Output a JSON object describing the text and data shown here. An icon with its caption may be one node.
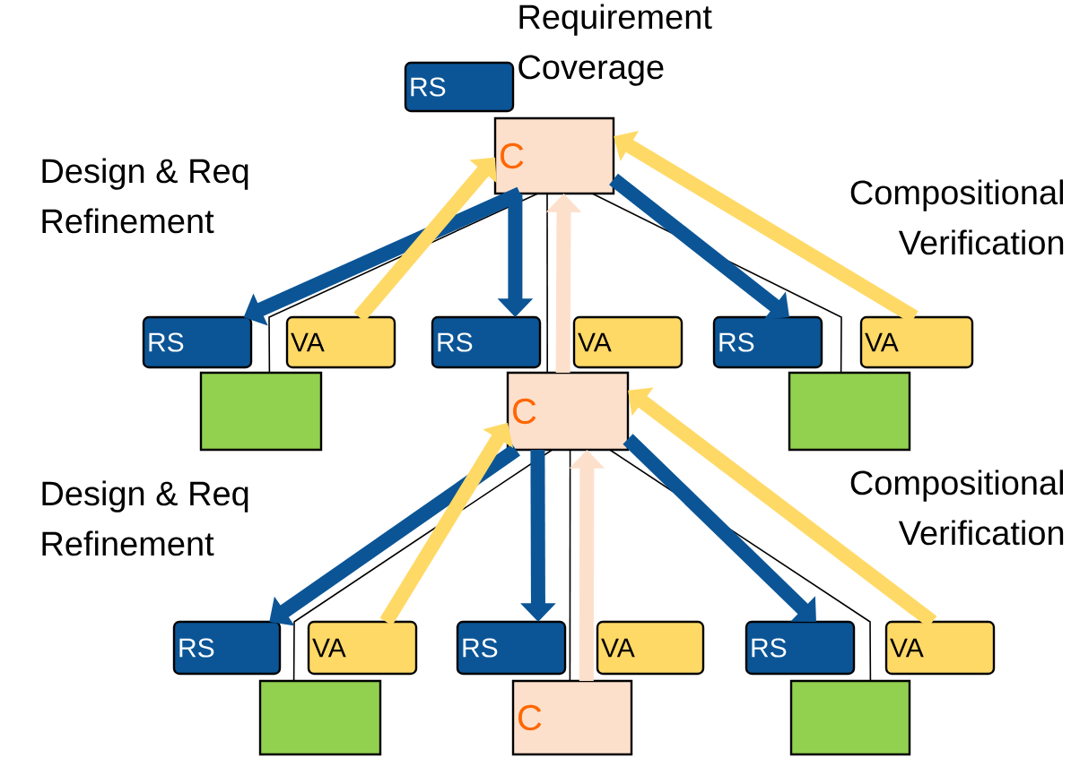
{
  "diagram": {
    "nodes": [
      {
        "text": [
          "RS"
        ]
      },
      {
        "text": [
          "C"
        ]
      },
      {
        "text": [
          "RS"
        ]
      },
      {
        "text": [
          "VA"
        ]
      },
      {
        "text": [],
        "shape": "box"
      },
      {
        "text": [
          "RS"
        ]
      },
      {
        "text": [
          "VA"
        ]
      },
      {
        "text": [
          "C"
        ]
      },
      {
        "text": [
          "RS"
        ]
      },
      {
        "text": [
          "VA"
        ]
      },
      {
        "text": [],
        "shape": "box"
      },
      {
        "text": [
          "RS"
        ]
      },
      {
        "text": [
          "VA"
        ]
      },
      {
        "text": [],
        "shape": "box"
      },
      {
        "text": [
          "RS"
        ]
      },
      {
        "text": [
          "VA"
        ]
      },
      {
        "text": [
          "C"
        ]
      },
      {
        "text": [
          "RS"
        ]
      },
      {
        "text": [
          "VA"
        ]
      },
      {
        "text": [],
        "shape": "box"
      }
    ],
    "edges": [
      {
        "from": 1,
        "to": 4,
        "arrow": "none"
      },
      {
        "from": 1,
        "to": 7,
        "arrow": "none"
      },
      {
        "from": 1,
        "to": 10,
        "arrow": "none"
      },
      {
        "from": 7,
        "to": 13,
        "arrow": "none"
      },
      {
        "from": 7,
        "to": 16,
        "arrow": "none"
      },
      {
        "from": 7,
        "to": 19,
        "arrow": "none"
      },
      {
        "from": 1,
        "to": 2,
        "arrow": "to",
        "color": "#0b5596"
      },
      {
        "from": 3,
        "to": 1,
        "arrow": "to",
        "color": "#ffd966"
      },
      {
        "from": 1,
        "to": 5,
        "arrow": "to",
        "color": "#0b5596"
      },
      {
        "from": 7,
        "to": 1,
        "arrow": "to",
        "color": "#fde0cc"
      },
      {
        "from": 1,
        "to": 8,
        "arrow": "to",
        "color": "#0b5596"
      },
      {
        "from": 9,
        "to": 1,
        "arrow": "to",
        "color": "#ffd966"
      },
      {
        "from": 7,
        "to": 11,
        "arrow": "to",
        "color": "#0b5596"
      },
      {
        "from": 12,
        "to": 7,
        "arrow": "to",
        "color": "#ffd966"
      },
      {
        "from": 7,
        "to": 14,
        "arrow": "to",
        "color": "#0b5596"
      },
      {
        "from": 16,
        "to": 7,
        "arrow": "to",
        "color": "#fde0cc"
      },
      {
        "from": 7,
        "to": 17,
        "arrow": "to",
        "color": "#0b5596"
      },
      {
        "from": 18,
        "to": 7,
        "arrow": "to",
        "color": "#ffd966"
      }
    ],
    "labels": [
      "Requirement Coverage",
      "Design & Req Refinement",
      "Compositional Verification",
      "Design & Req Refinement",
      "Compositional Verification"
    ]
  }
}
